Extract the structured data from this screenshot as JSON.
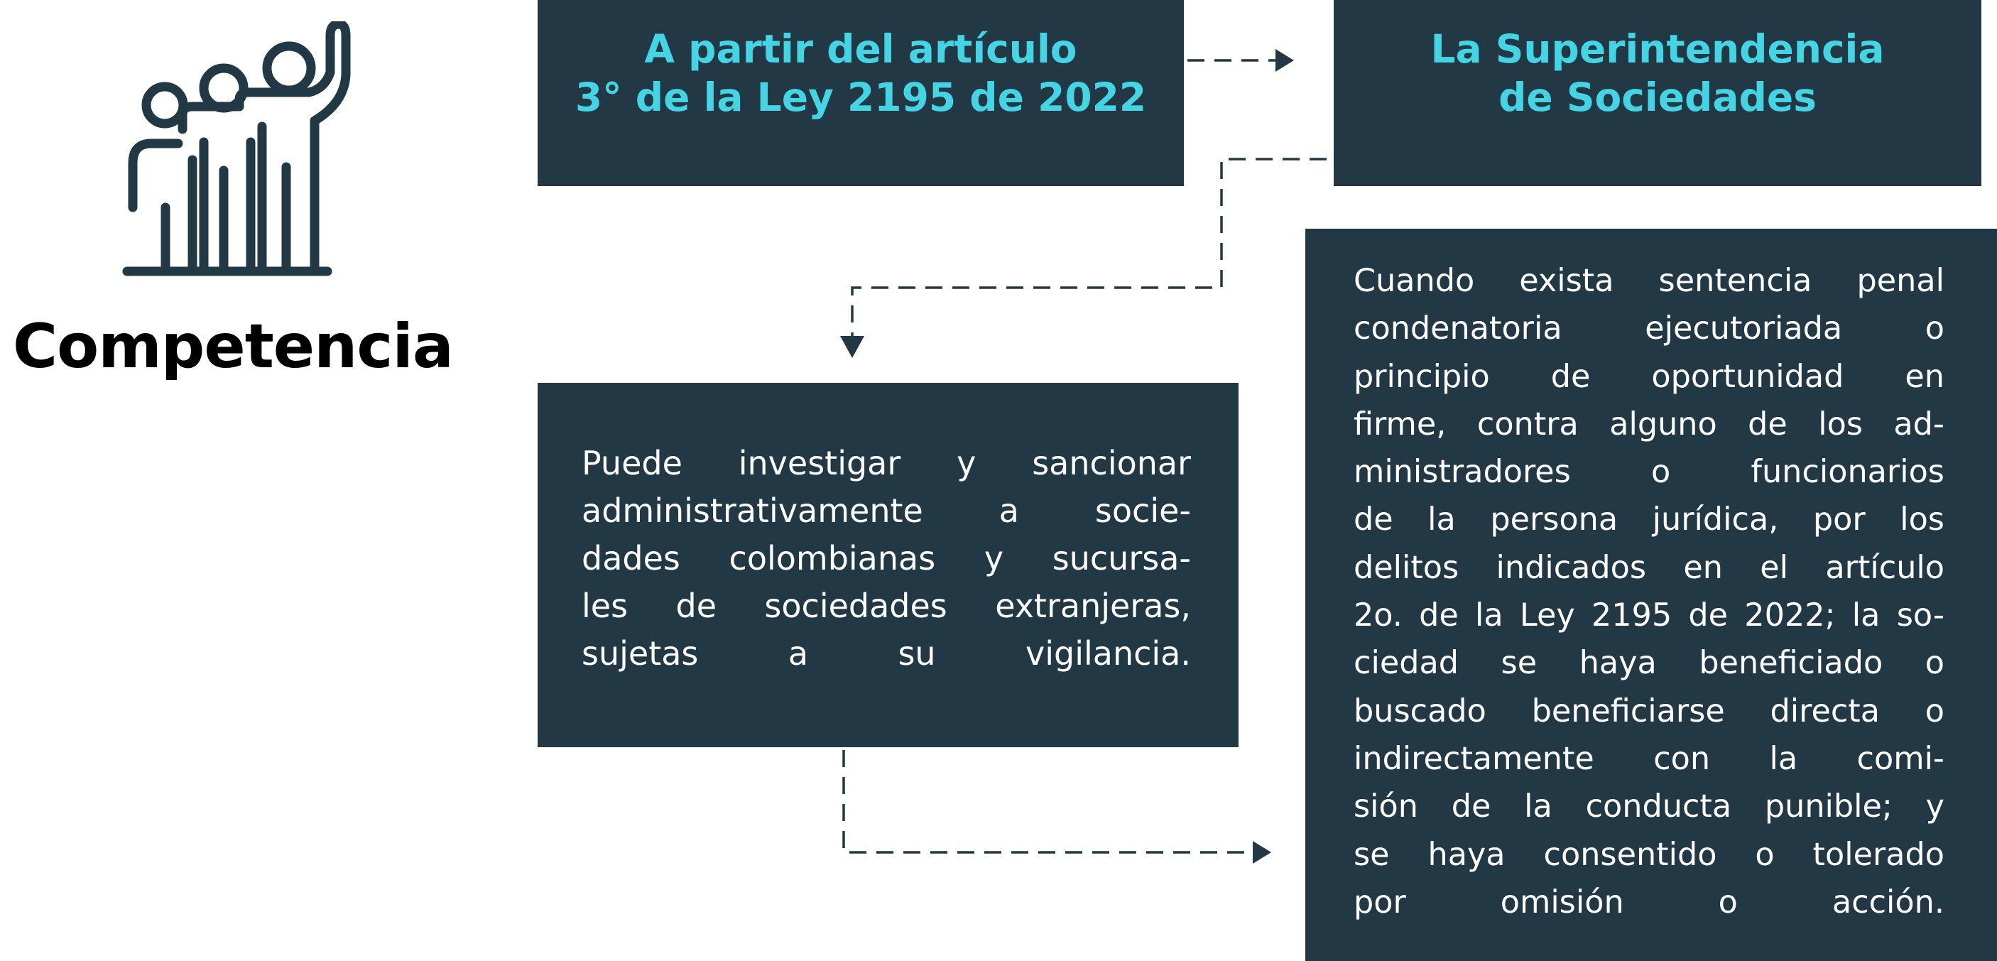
{
  "section": {
    "heading": "Competencia",
    "icon": "people-raising-hand-icon"
  },
  "boxes": {
    "article": "A partir del artículo\n3° de la Ley 2195 de 2022",
    "authority": "La Superintendencia\nde Sociedades",
    "power": "Puede investigar y sancionar\nadministrativamente a socie-\ndades colombianas y sucursa-\nles de sociedades extranjeras,\nsujetas a su vigilancia.",
    "condition": "Cuando exista sentencia penal\ncondenatoria ejecutoriada o\nprincipio de oportunidad en\nfirme, contra alguno de los ad-\nministradores o funcionarios\nde la persona jurídica, por los\ndelitos indicados en el artículo\n2o. de la Ley 2195 de 2022; la so-\nciedad se haya beneficiado o\nbuscado beneficiarse directa o\nindirectamente con la comi-\nsión de la conducta punible; y\nse haya consentido o tolerado\npor omisión o acción."
  },
  "colors": {
    "box_fill": "#223845",
    "title_text": "#45d4e4",
    "body_text": "#ffffff",
    "icon_stroke": "#223845",
    "connector": "#223845"
  }
}
